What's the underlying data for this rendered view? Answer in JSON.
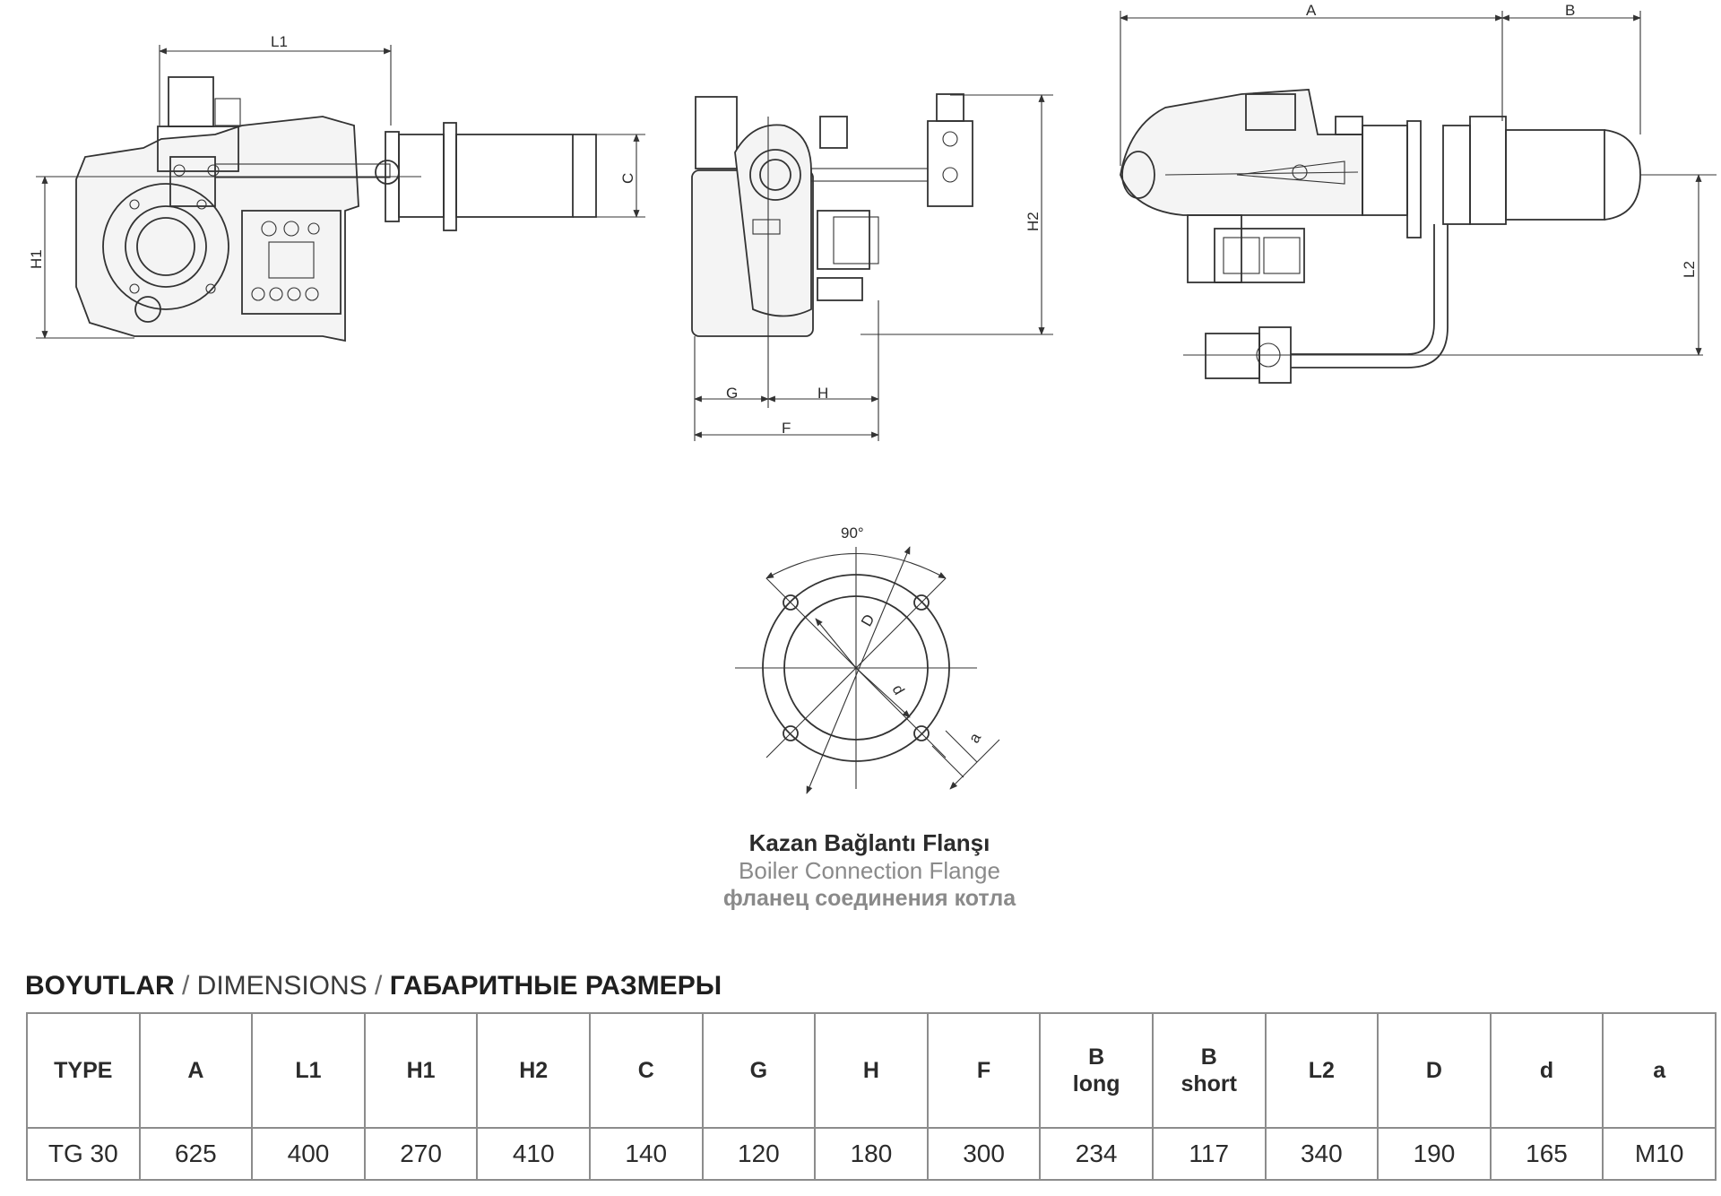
{
  "drawing": {
    "side_view_labels": {
      "l1": "L1",
      "h1": "H1",
      "c": "C"
    },
    "front_view_labels": {
      "h2": "H2",
      "g": "G",
      "h": "H",
      "f": "F"
    },
    "top_view_labels": {
      "a": "A",
      "b": "B",
      "l2": "L2"
    },
    "flange_labels": {
      "angle": "90°",
      "d_big": "D",
      "d_small": "d",
      "a": "a"
    }
  },
  "flange_caption": {
    "tr": "Kazan Bağlantı Flanşı",
    "en": "Boiler Connection Flange",
    "ru": "фланец соединения котла"
  },
  "section_title": {
    "tr": "BOYUTLAR",
    "sep1": " / ",
    "en": "DIMENSIONS",
    "sep2": " / ",
    "ru": "ГАБАРИТНЫЕ РАЗМЕРЫ"
  },
  "table": {
    "headers": [
      "TYPE",
      "A",
      "L1",
      "H1",
      "H2",
      "C",
      "G",
      "H",
      "F",
      "B\nlong",
      "B\nshort",
      "L2",
      "D",
      "d",
      "a"
    ],
    "rows": [
      [
        "TG 30",
        "625",
        "400",
        "270",
        "410",
        "140",
        "120",
        "180",
        "300",
        "234",
        "117",
        "340",
        "190",
        "165",
        "M10"
      ]
    ]
  }
}
